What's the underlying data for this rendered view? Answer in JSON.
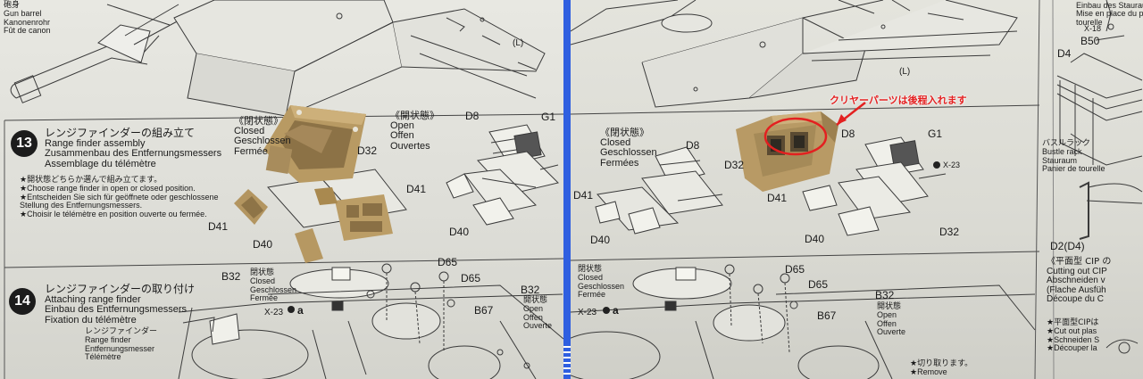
{
  "left": {
    "top_labels": {
      "barrel_jp": "砲身",
      "barrel_en": "Gun barrel",
      "barrel_de": "Kanonenrohr",
      "barrel_fr": "Fût de canon",
      "l_mark": "(L)"
    },
    "step13": {
      "number": "13",
      "title_jp": "レンジファインダーの組み立て",
      "title_en": "Range finder assembly",
      "title_de": "Zusammenbau des Entfernungsmessers",
      "title_fr": "Assemblage du télémètre",
      "note_jp": "★開状態どちらか選んで組み立てます。",
      "note_en": "★Choose range finder in open or closed position.",
      "note_de1": "★Entscheiden Sie sich für geöffnete oder geschlossene",
      "note_de2": "Stellung des Entfernungsmessers.",
      "note_fr": "★Choisir le télémètre en position ouverte ou fermée.",
      "closed_jp": "《閉状態》",
      "closed_en": "Closed",
      "closed_de": "Geschlossen",
      "closed_fr": "Fermée",
      "open_jp": "《開状態》",
      "open_en": "Open",
      "open_de": "Offen",
      "open_fr": "Ouvertes",
      "parts": {
        "d32": "D32",
        "d41": "D41",
        "d40": "D40",
        "d8": "D8",
        "g1": "G1",
        "d41b": "D41",
        "d40b": "D40"
      }
    },
    "step14": {
      "number": "14",
      "title_jp": "レンジファインダーの取り付け",
      "title_en": "Attaching range finder",
      "title_de": "Einbau des Entfernungsmessers",
      "title_fr": "Fixation du télémètre",
      "b32": "B32",
      "closed_jp": "閉状態",
      "closed_en": "Closed",
      "closed_de": "Geschlossen",
      "closed_fr": "Fermée",
      "x23": "X-23",
      "a": "a",
      "rf_jp": "レンジファインダー",
      "rf_en": "Range finder",
      "rf_de": "Entfernungsmesser",
      "rf_fr": "Télémètre",
      "d65a": "D65",
      "d65b": "D65",
      "b67": "B67",
      "b32b": "B32",
      "open_jp": "開状態",
      "open_en": "Open",
      "open_de": "Offen",
      "open_fr": "Ouverte"
    }
  },
  "right": {
    "top_labels": {
      "l_mark": "(L)",
      "tr1": "Einbau des Stauraum",
      "tr2": "Mise en place du panie",
      "tr3": "tourelle",
      "x18": "X-18",
      "b50": "B50",
      "d4": "D4"
    },
    "annotation": "クリヤーパーツは後程入れます",
    "step13": {
      "closed_jp": "《閉状態》",
      "closed_en": "Closed",
      "closed_de": "Geschlossen",
      "closed_fr": "Fermées",
      "parts": {
        "d8a": "D8",
        "d32": "D32",
        "d41": "D41",
        "d40": "D40",
        "d8b": "D8",
        "g1": "G1",
        "x23": "X-23",
        "d41b": "D41",
        "d40b": "D40",
        "d32b": "D32"
      }
    },
    "bustle": {
      "jp": "バスルラック",
      "en": "Bustle rack",
      "de": "Stauraum",
      "fr": "Panier de tourelle",
      "d2": "D2(D4)"
    },
    "cip": {
      "jp": "《平面型 CIP の",
      "en": "Cutting out CIP",
      "de1": "Abschneiden v",
      "de2": "(Flache Ausfüh",
      "fr": "Découpe du C",
      "n1": "★平面型CIPは",
      "n2": "★Cut out plas",
      "n3": "★Schneiden S",
      "n4": "★Découper la"
    },
    "step14": {
      "closed_jp": "閉状態",
      "closed_en": "Closed",
      "closed_de": "Geschlossen",
      "closed_fr": "Fermée",
      "x23": "X-23",
      "a": "a",
      "d65a": "D65",
      "d65b": "D65",
      "b67": "B67",
      "b32": "B32",
      "open_jp": "開状態",
      "open_en": "Open",
      "open_de": "Offen",
      "open_fr": "Ouverte",
      "cut_jp": "★切り取ります。",
      "cut_en": "★Remove"
    }
  }
}
